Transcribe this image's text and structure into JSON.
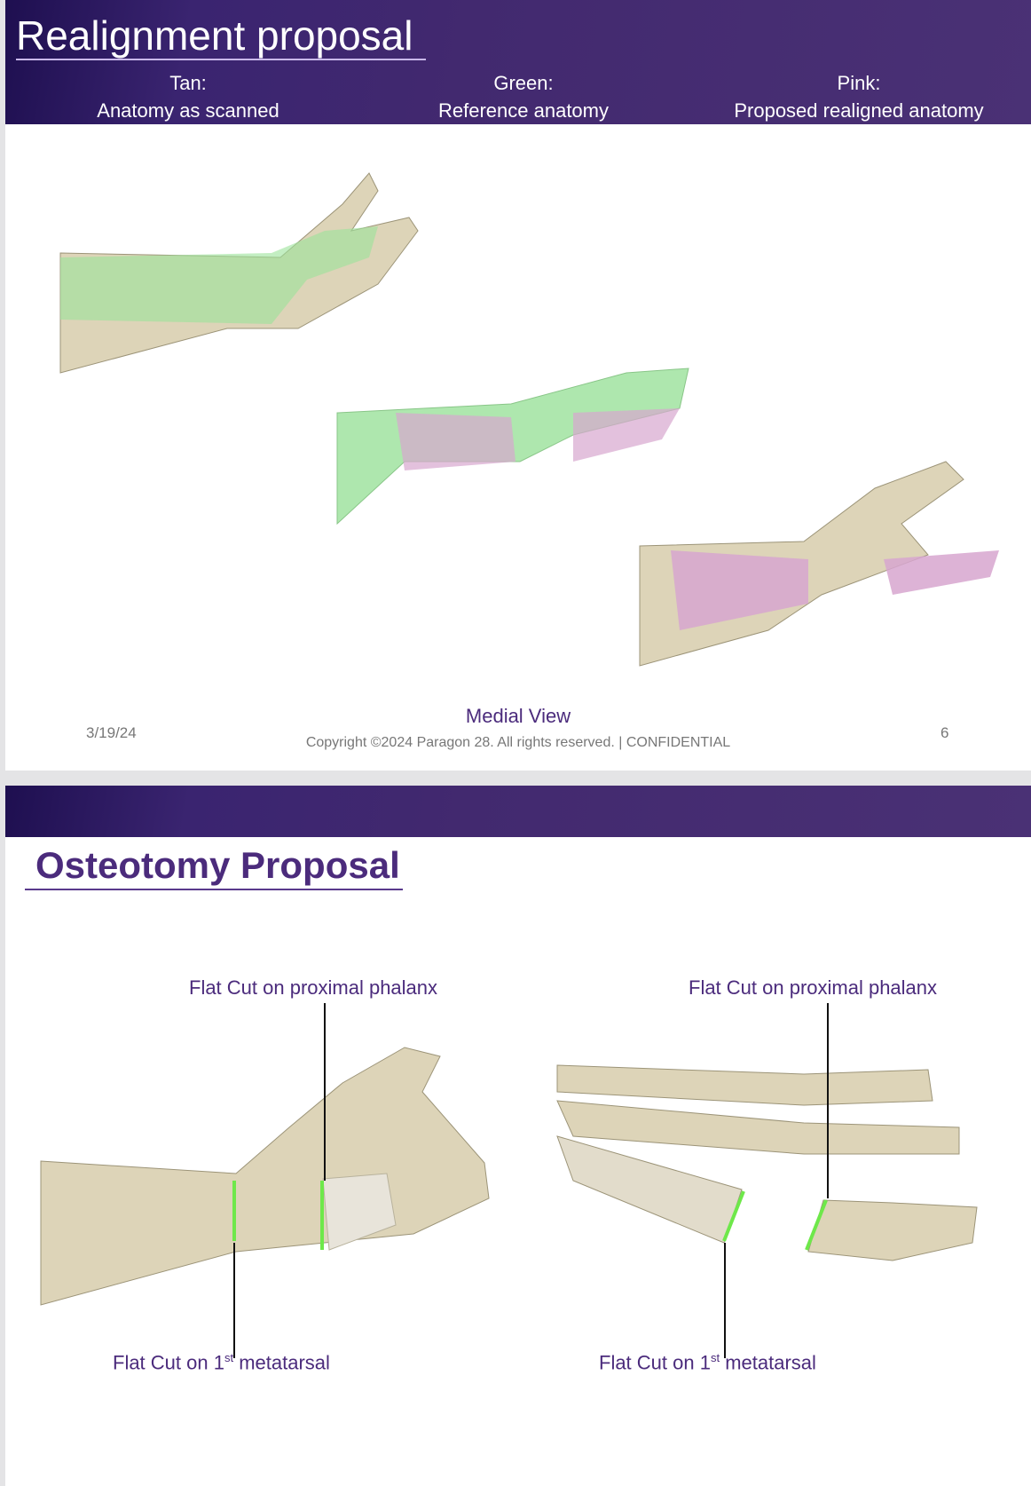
{
  "slide1": {
    "title": "Realignment proposal",
    "legend": [
      {
        "name": "Tan:",
        "desc": "Anatomy as scanned",
        "color": "#ddd4b8"
      },
      {
        "name": "Green:",
        "desc": "Reference anatomy",
        "color": "#9be29a"
      },
      {
        "name": "Pink:",
        "desc": "Proposed realigned anatomy",
        "color": "#d7a6cf"
      }
    ],
    "caption": "Medial View",
    "date": "3/19/24",
    "copyright": "Copyright ©2024 Paragon 28. All rights reserved. | CONFIDENTIAL",
    "page": "6"
  },
  "slide2": {
    "title": "Osteotomy Proposal",
    "left": {
      "top_label": "Flat Cut on proximal phalanx",
      "bottom_label": "Flat Cut on 1",
      "bottom_sup": "st",
      "bottom_tail": " metatarsal"
    },
    "right": {
      "top_label": "Flat Cut on proximal phalanx",
      "bottom_label": "Flat Cut on 1",
      "bottom_sup": "st",
      "bottom_tail": " metatarsal"
    },
    "cut_color": "#6ee84a"
  }
}
